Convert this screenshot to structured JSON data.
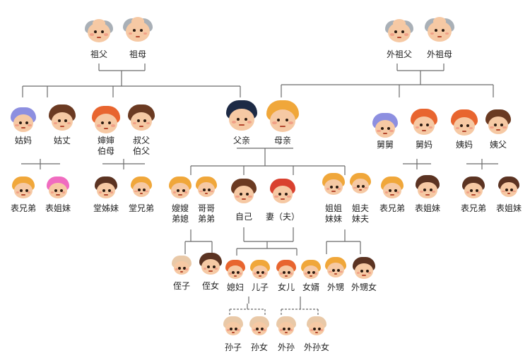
{
  "diagram": {
    "people": [
      {
        "id": "zufu",
        "label": "祖父",
        "face": "elder"
      },
      {
        "id": "zumu",
        "label": "祖母",
        "face": "elder"
      },
      {
        "id": "waizufu",
        "label": "外祖父",
        "face": "elder"
      },
      {
        "id": "waizumu",
        "label": "外祖母",
        "face": "elder"
      },
      {
        "id": "gumu",
        "label": "姑妈",
        "face": "woman"
      },
      {
        "id": "guzhang",
        "label": "姑丈",
        "face": "man"
      },
      {
        "id": "shenshen",
        "label": "婶婶 伯母",
        "face": "woman"
      },
      {
        "id": "shufu",
        "label": "叔父 伯父",
        "face": "man"
      },
      {
        "id": "fuqin",
        "label": "父亲",
        "face": "man"
      },
      {
        "id": "muqin",
        "label": "母亲",
        "face": "woman"
      },
      {
        "id": "jiujiu",
        "label": "舅舅",
        "face": "man"
      },
      {
        "id": "jiuma",
        "label": "舅妈",
        "face": "woman"
      },
      {
        "id": "yima",
        "label": "姨妈",
        "face": "woman"
      },
      {
        "id": "yifu",
        "label": "姨父",
        "face": "man"
      },
      {
        "id": "biao1",
        "label": "表兄弟",
        "face": "boy"
      },
      {
        "id": "biaojie1",
        "label": "表姐妹",
        "face": "girl"
      },
      {
        "id": "tangzi",
        "label": "堂姊妹",
        "face": "girl"
      },
      {
        "id": "tangxiong",
        "label": "堂兄弟",
        "face": "boy"
      },
      {
        "id": "saosao",
        "label": "嫂嫂 弟媳",
        "face": "girl"
      },
      {
        "id": "gege",
        "label": "哥哥 弟弟",
        "face": "boy"
      },
      {
        "id": "ziji",
        "label": "自己",
        "face": "boy"
      },
      {
        "id": "qi",
        "label": "妻（夫）",
        "face": "girl"
      },
      {
        "id": "jiejie",
        "label": "姐姐 妹妹",
        "face": "girl"
      },
      {
        "id": "jiefu",
        "label": "姐夫 妹夫",
        "face": "boy"
      },
      {
        "id": "biao2",
        "label": "表兄弟",
        "face": "boy"
      },
      {
        "id": "biaojie2",
        "label": "表姐妹",
        "face": "girl"
      },
      {
        "id": "biao3",
        "label": "表兄弟",
        "face": "girl"
      },
      {
        "id": "biaojie3",
        "label": "表姐妹",
        "face": "boy"
      },
      {
        "id": "zhizi",
        "label": "侄子",
        "face": "baby"
      },
      {
        "id": "zhinv",
        "label": "侄女",
        "face": "girl"
      },
      {
        "id": "xifu",
        "label": "媳妇",
        "face": "girl"
      },
      {
        "id": "erzi",
        "label": "儿子",
        "face": "boy"
      },
      {
        "id": "nver",
        "label": "女儿",
        "face": "girl"
      },
      {
        "id": "nvxu",
        "label": "女婿",
        "face": "boy"
      },
      {
        "id": "waisheng",
        "label": "外甥",
        "face": "boy"
      },
      {
        "id": "waishengnv",
        "label": "外甥女",
        "face": "girl"
      },
      {
        "id": "sunzi",
        "label": "孙子",
        "face": "baby"
      },
      {
        "id": "sunnv",
        "label": "孙女",
        "face": "baby"
      },
      {
        "id": "waisun",
        "label": "外孙",
        "face": "baby"
      },
      {
        "id": "waisunnv",
        "label": "外孙女",
        "face": "baby"
      }
    ],
    "colors": {
      "elder_hair": "#a9b0b7",
      "man_hair": "#6b3a22",
      "father_hair": "#1d2a45",
      "woman_hair": "#e8652f",
      "aunt_hair": "#8d8fe0",
      "girl_hair": "#5b3322",
      "boy_hair": "#f0a73a",
      "baby_hair": "#e9c9a8",
      "line": "#6a6a6a"
    }
  }
}
